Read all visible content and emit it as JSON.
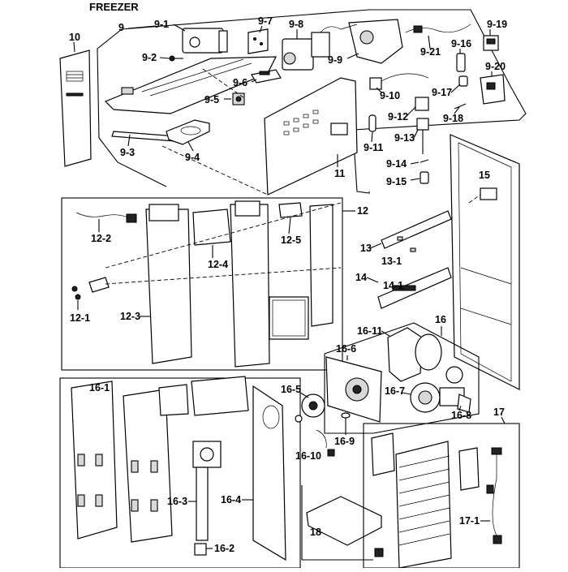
{
  "title": "FREEZER",
  "labels": {
    "l9": "9",
    "l10": "10",
    "l9_1": "9-1",
    "l9_2": "9-2",
    "l9_3": "9-3",
    "l9_4": "9-4",
    "l9_5": "9-5",
    "l9_6": "9-6",
    "l9_7": "9-7",
    "l9_8": "9-8",
    "l9_9": "9-9",
    "l9_10": "9-10",
    "l9_11": "9-11",
    "l9_12": "9-12",
    "l9_13": "9-13",
    "l9_14": "9-14",
    "l9_15": "9-15",
    "l9_16": "9-16",
    "l9_17": "9-17",
    "l9_18": "9-18",
    "l9_19": "9-19",
    "l9_20": "9-20",
    "l9_21": "9-21",
    "l11": "11",
    "l12": "12",
    "l12_1": "12-1",
    "l12_2": "12-2",
    "l12_3": "12-3",
    "l12_4": "12-4",
    "l12_5": "12-5",
    "l13": "13",
    "l13_1": "13-1",
    "l14": "14",
    "l14_1": "14-1",
    "l15": "15",
    "l16": "16",
    "l16_1": "16-1",
    "l16_2": "16-2",
    "l16_3": "16-3",
    "l16_4": "16-4",
    "l16_5": "16-5",
    "l16_6": "16-6",
    "l16_7": "16-7",
    "l16_8": "16-8",
    "l16_9": "16-9",
    "l16_10": "16-10",
    "l16_11": "16-11",
    "l17": "17",
    "l17_1": "17-1",
    "l18": "18"
  }
}
